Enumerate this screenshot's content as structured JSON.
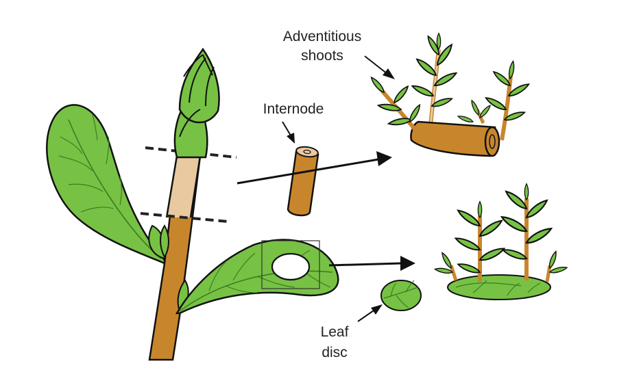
{
  "labels": {
    "adventitious_line1": "Adventitious",
    "adventitious_line2": "shoots",
    "internode": "Internode",
    "leaf_line1": "Leaf",
    "leaf_line2": "disc"
  },
  "colors": {
    "leaf_fill": "#77c244",
    "leaf_vein": "#3e7a22",
    "stem_brown": "#c8862c",
    "stem_light": "#e8c9a0",
    "outline": "#111111"
  }
}
